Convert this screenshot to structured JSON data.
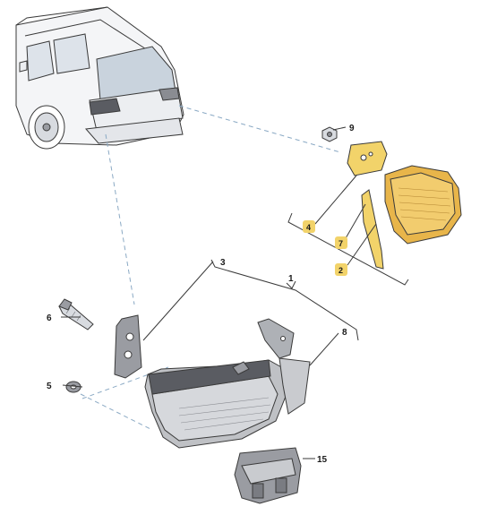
{
  "callouts": [
    {
      "id": "9",
      "label": "9"
    },
    {
      "id": "4",
      "label": "4"
    },
    {
      "id": "7",
      "label": "7"
    },
    {
      "id": "2",
      "label": "2"
    },
    {
      "id": "3",
      "label": "3"
    },
    {
      "id": "1",
      "label": "1"
    },
    {
      "id": "6",
      "label": "6"
    },
    {
      "id": "8",
      "label": "8"
    },
    {
      "id": "5",
      "label": "5"
    },
    {
      "id": "15",
      "label": "15"
    }
  ],
  "colors": {
    "line": "#3a3a3a",
    "leader_dash": "#8aa9c4",
    "highlight": "#f2d36a",
    "lens_amber": "#e8b54a",
    "lamp_grey": "#bfc1c5",
    "lamp_dark": "#5a5c62"
  }
}
